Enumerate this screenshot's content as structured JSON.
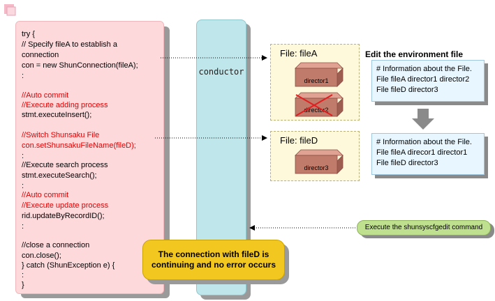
{
  "code": {
    "lines": [
      {
        "text": "try {",
        "color": "#000000"
      },
      {
        "text": "  // Specify fileA to establish a",
        "color": "#000000"
      },
      {
        "text": "connection",
        "color": "#000000"
      },
      {
        "text": "  con = new ShunConnection(fileA);",
        "color": "#000000"
      },
      {
        "text": "   :",
        "color": "#000000"
      },
      {
        "text": "  //Auto commit",
        "color": "#e00000"
      },
      {
        "text": "  //Execute adding process",
        "color": "#e00000"
      },
      {
        "text": "  stmt.executeInsert();",
        "color": "#000000"
      },
      {
        "text": "  //Switch Shunsaku File",
        "color": "#e00000"
      },
      {
        "text": "  con.setShunsakuFileName(fileD);",
        "color": "#e00000"
      },
      {
        "text": "   :",
        "color": "#000000"
      },
      {
        "text": "  //Execute search process",
        "color": "#000000"
      },
      {
        "text": "  stmt.executeSearch();",
        "color": "#000000"
      },
      {
        "text": "   :",
        "color": "#000000"
      },
      {
        "text": "//Auto commit",
        "color": "#e00000"
      },
      {
        "text": "  //Execute update process",
        "color": "#e00000"
      },
      {
        "text": "  rid.updateByRecordID();",
        "color": "#000000"
      },
      {
        "text": "   :",
        "color": "#000000"
      },
      {
        "text": "  //close a connection",
        "color": "#000000"
      },
      {
        "text": "  con.close();",
        "color": "#000000"
      },
      {
        "text": "} catch (ShunException e) {",
        "color": "#000000"
      },
      {
        "text": "   :",
        "color": "#000000"
      },
      {
        "text": "}",
        "color": "#000000"
      }
    ]
  },
  "conductor": {
    "label": "conductor"
  },
  "fileA": {
    "title": "File: fileA",
    "disks": [
      {
        "label": "director1",
        "crossed": false
      },
      {
        "label": "director2",
        "crossed": true
      }
    ]
  },
  "fileD": {
    "title": "File: fileD",
    "disks": [
      {
        "label": "director3",
        "crossed": false
      }
    ]
  },
  "env": {
    "title": "Edit the environment file",
    "before": [
      "# Information about the File.",
      "File fileA director1 director2",
      "File fileD director3"
    ],
    "after": [
      "# Information about the File.",
      "File fileA direcor1 director1",
      "File fileD director3"
    ]
  },
  "command": {
    "label": "Execute the shunsyscfgedit command"
  },
  "message": {
    "line1": "The connection with fileD is",
    "line2": "continuing and no error occurs"
  },
  "colors": {
    "code_bg": "#fdd9dc",
    "code_red": "#e00000",
    "conductor_bg": "#bfe6ea",
    "file_bg": "#fff9dc",
    "note_bg": "#e8f7ff",
    "command_bg": "#bfe08f",
    "message_bg": "#f2c820",
    "disk": "#c07b6b",
    "cross": "#e02020"
  }
}
